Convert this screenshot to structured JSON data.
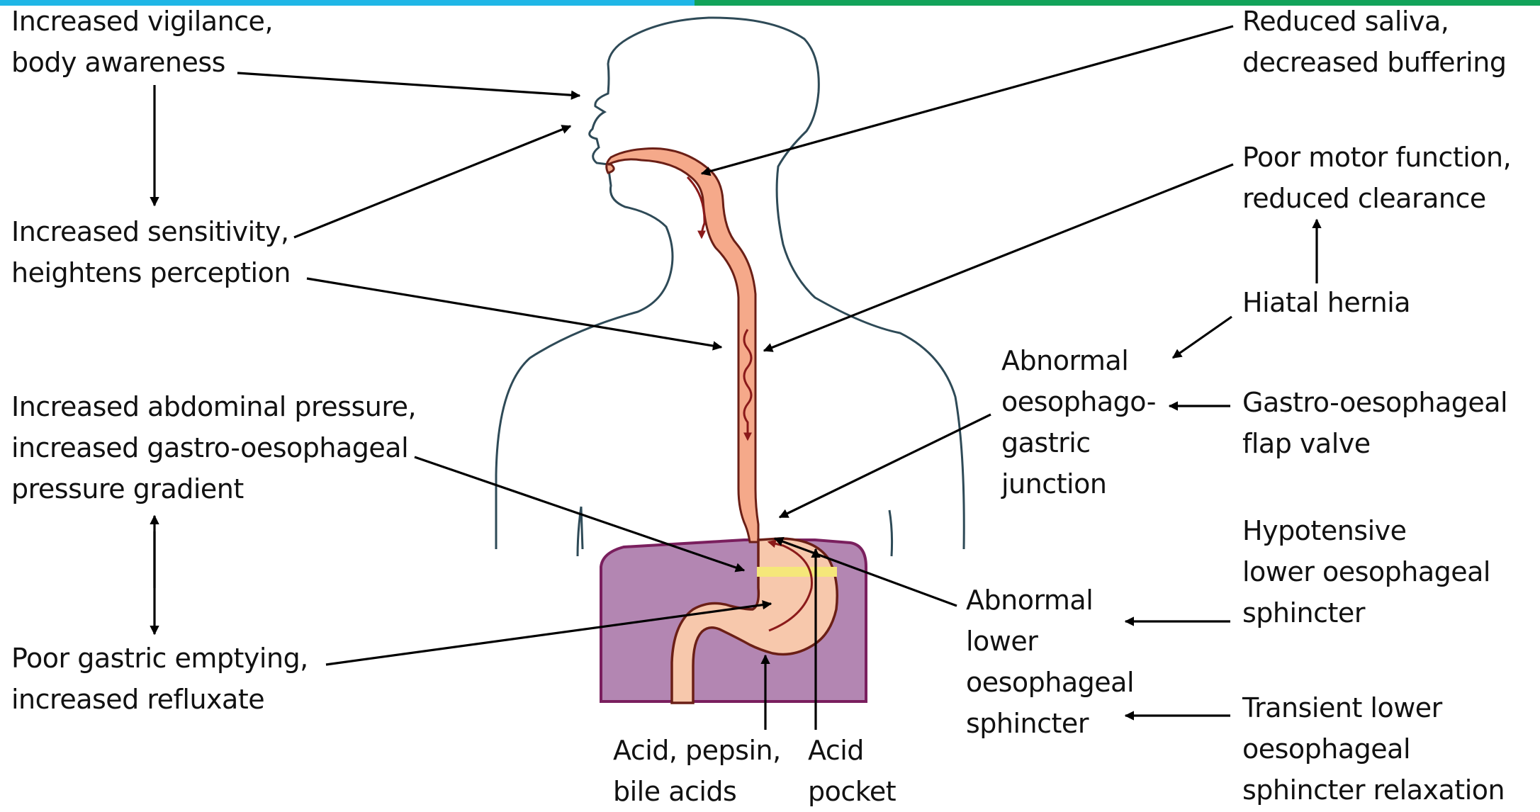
{
  "labels": {
    "vigilance": [
      "Increased vigilance,",
      "body awareness"
    ],
    "sensitivity": [
      "Increased sensitivity,",
      "heightens perception"
    ],
    "abdominal": [
      "Increased abdominal pressure,",
      "increased gastro-oesophageal",
      "pressure gradient"
    ],
    "emptying": [
      "Poor gastric emptying,",
      "increased refluxate"
    ],
    "acid_pepsin": [
      "Acid, pepsin,",
      "bile acids"
    ],
    "acid_pocket": [
      "Acid",
      "pocket"
    ],
    "saliva": [
      "Reduced saliva,",
      "decreased buffering"
    ],
    "motor": [
      "Poor motor function,",
      "reduced clearance"
    ],
    "hiatal": [
      "Hiatal hernia"
    ],
    "egj": [
      "Abnormal",
      "oesophago-",
      "gastric",
      "junction"
    ],
    "flap": [
      "Gastro-oesophageal",
      "flap valve"
    ],
    "hypotensive": [
      "Hypotensive",
      "lower oesophageal",
      "sphincter"
    ],
    "les": [
      "Abnormal",
      "lower",
      "oesophageal",
      "sphincter"
    ],
    "transient": [
      "Transient lower",
      "oesophageal",
      "sphincter relaxation"
    ]
  },
  "colors": {
    "body_outline": "#2e4a57",
    "oesophagus_fill": "#f5a98a",
    "organ_outline": "#6b1f16",
    "abdomen_fill": "#b386b2",
    "abdomen_outline": "#7a1f5e",
    "stomach_fill": "#f7c8ac",
    "acid_pocket_band": "#f5e77a",
    "reflux_arrow": "#8b1a1a",
    "arrow": "#000000"
  }
}
